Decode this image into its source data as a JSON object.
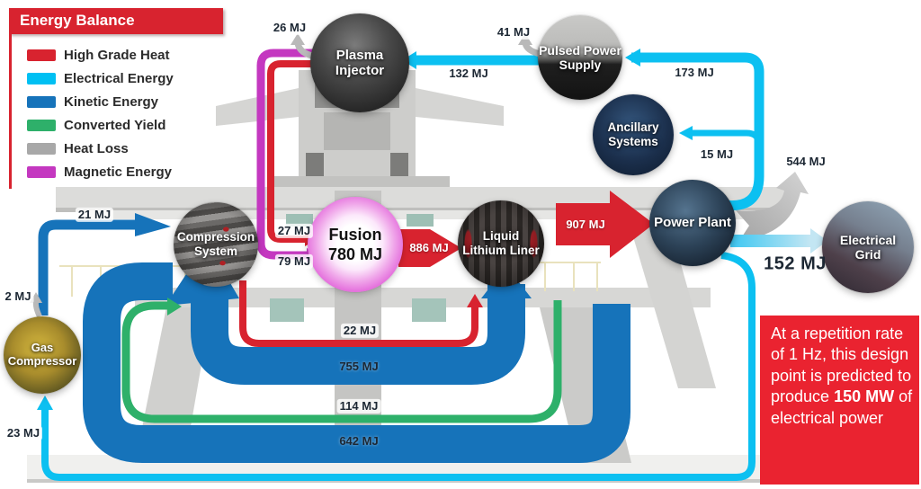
{
  "legend": {
    "title": "Energy Balance",
    "items": [
      {
        "label": "High Grade Heat",
        "color": "#d8232f"
      },
      {
        "label": "Electrical Energy",
        "color": "#00c0f3"
      },
      {
        "label": "Kinetic Energy",
        "color": "#1673ba"
      },
      {
        "label": "Converted Yield",
        "color": "#2eb06a"
      },
      {
        "label": "Heat Loss",
        "color": "#a8a8a8"
      },
      {
        "label": "Magnetic Energy",
        "color": "#c438c0"
      }
    ]
  },
  "nodes": {
    "plasma_injector": {
      "label": "Plasma\nInjector"
    },
    "pulsed_power": {
      "label": "Pulsed Power\nSupply"
    },
    "ancillary": {
      "label": "Ancillary\nSystems"
    },
    "compression": {
      "label": "Compression\nSystem"
    },
    "fusion": {
      "label": "Fusion",
      "value": "780 MJ"
    },
    "liner": {
      "label": "Liquid\nLithium Liner"
    },
    "power_plant": {
      "label": "Power Plant"
    },
    "grid": {
      "label": "Electrical\nGrid"
    },
    "gas_compressor": {
      "label": "Gas\nCompressor"
    }
  },
  "flows": {
    "f26": {
      "value": "26 MJ",
      "type": "heat_loss"
    },
    "f41": {
      "value": "41 MJ",
      "type": "heat_loss"
    },
    "f132": {
      "value": "132 MJ",
      "type": "electrical"
    },
    "f173": {
      "value": "173 MJ",
      "type": "electrical"
    },
    "f15": {
      "value": "15 MJ",
      "type": "electrical"
    },
    "f544": {
      "value": "544 MJ",
      "type": "heat_loss"
    },
    "f152": {
      "value": "152 MJ",
      "type": "electrical"
    },
    "f907": {
      "value": "907 MJ",
      "type": "high_grade_heat"
    },
    "f886": {
      "value": "886 MJ",
      "type": "high_grade_heat"
    },
    "f27": {
      "value": "27 MJ",
      "type": "high_grade_heat"
    },
    "f79": {
      "value": "79 MJ",
      "type": "magnetic"
    },
    "f21": {
      "value": "21 MJ",
      "type": "kinetic"
    },
    "f2": {
      "value": "2 MJ",
      "type": "heat_loss"
    },
    "f23": {
      "value": "23 MJ",
      "type": "electrical"
    },
    "f22": {
      "value": "22 MJ",
      "type": "high_grade_heat"
    },
    "f755": {
      "value": "755 MJ",
      "type": "kinetic"
    },
    "f114": {
      "value": "114 MJ",
      "type": "converted_yield"
    },
    "f642": {
      "value": "642 MJ",
      "type": "kinetic"
    }
  },
  "note": {
    "text1": "At a repetition rate of 1 Hz, this design point is predicted to produce ",
    "highlight": "150 MW",
    "text2": " of electrical power"
  }
}
